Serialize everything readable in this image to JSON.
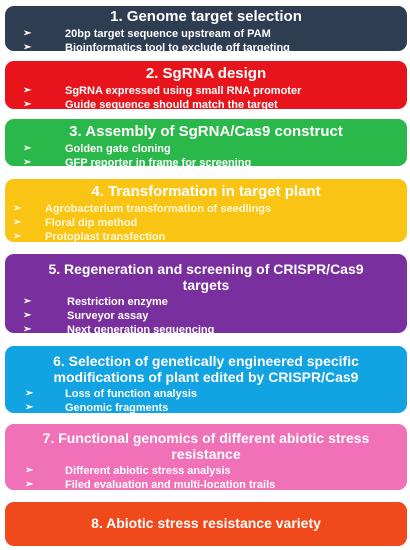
{
  "steps": [
    {
      "title": "1. Genome target selection",
      "items": [
        "20bp target sequence upstream of PAM",
        "Bioinformatics tool to exclude off targeting"
      ]
    },
    {
      "title": "2. SgRNA design",
      "items": [
        "SgRNA expressed using small RNA promoter",
        "Guide sequence should match the target"
      ]
    },
    {
      "title": "3. Assembly of SgRNA/Cas9 construct",
      "items": [
        "Golden gate cloning",
        "GFP reporter in frame for screening"
      ]
    },
    {
      "title": "4. Transformation in target plant",
      "items": [
        "Agrobacterium transformation of seedlings",
        "Floral dip method",
        "Protoplast transfection"
      ]
    },
    {
      "title_line1": "5. Regeneration and screening of CRISPR/Cas9",
      "title_line2": "targets",
      "items": [
        "Restriction enzyme",
        "Surveyor assay",
        "Next generation sequencing"
      ]
    },
    {
      "title_line1": "6. Selection of genetically engineered specific",
      "title_line2": "modifications of plant edited by CRISPR/Cas9",
      "items": [
        "Loss of function analysis",
        "Genomic fragments"
      ]
    },
    {
      "title_line1": "7. Functional genomics of different abiotic stress",
      "title_line2": "resistance",
      "items": [
        "Different abiotic stress analysis",
        "Filed evaluation and multi-location trails"
      ]
    },
    {
      "title": "8. Abiotic stress resistance variety"
    }
  ],
  "bullet_glyph": "➢",
  "colors": {
    "step1": "#2f3d52",
    "step2": "#e8141c",
    "step3": "#2bb84a",
    "step4": "#f9c414",
    "step5": "#7a2f9e",
    "step6": "#12a3e2",
    "step7": "#f071b7",
    "step8": "#f04a1c",
    "text": "#ffffff"
  }
}
